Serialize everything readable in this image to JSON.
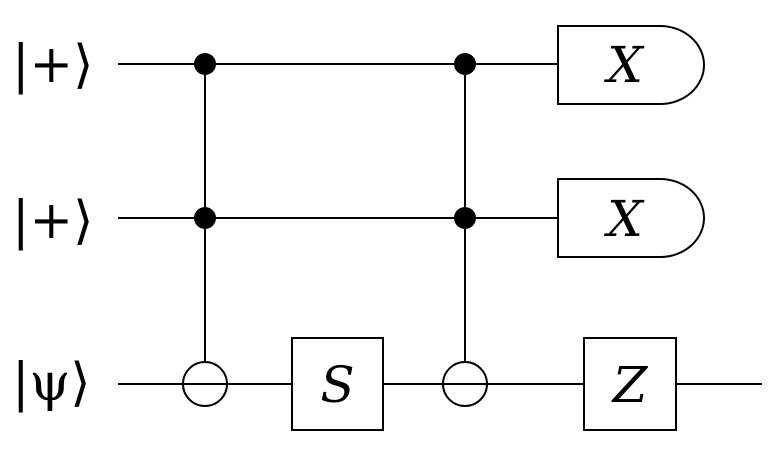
{
  "qubits": [
    {
      "label": "|+⟩"
    },
    {
      "label": "|+⟩"
    },
    {
      "label": "|ψ⟩"
    }
  ],
  "gates": {
    "s_gate": "S",
    "z_gate": "Z",
    "measure_1": "X",
    "measure_2": "X"
  },
  "operations": [
    {
      "type": "toffoli",
      "controls": [
        0,
        1
      ],
      "target": 2
    },
    {
      "type": "single",
      "gate": "S",
      "qubit": 2
    },
    {
      "type": "toffoli",
      "controls": [
        0,
        1
      ],
      "target": 2
    },
    {
      "type": "measure",
      "basis": "X",
      "qubit": 0
    },
    {
      "type": "measure",
      "basis": "X",
      "qubit": 1
    },
    {
      "type": "single",
      "gate": "Z",
      "qubit": 2
    }
  ]
}
